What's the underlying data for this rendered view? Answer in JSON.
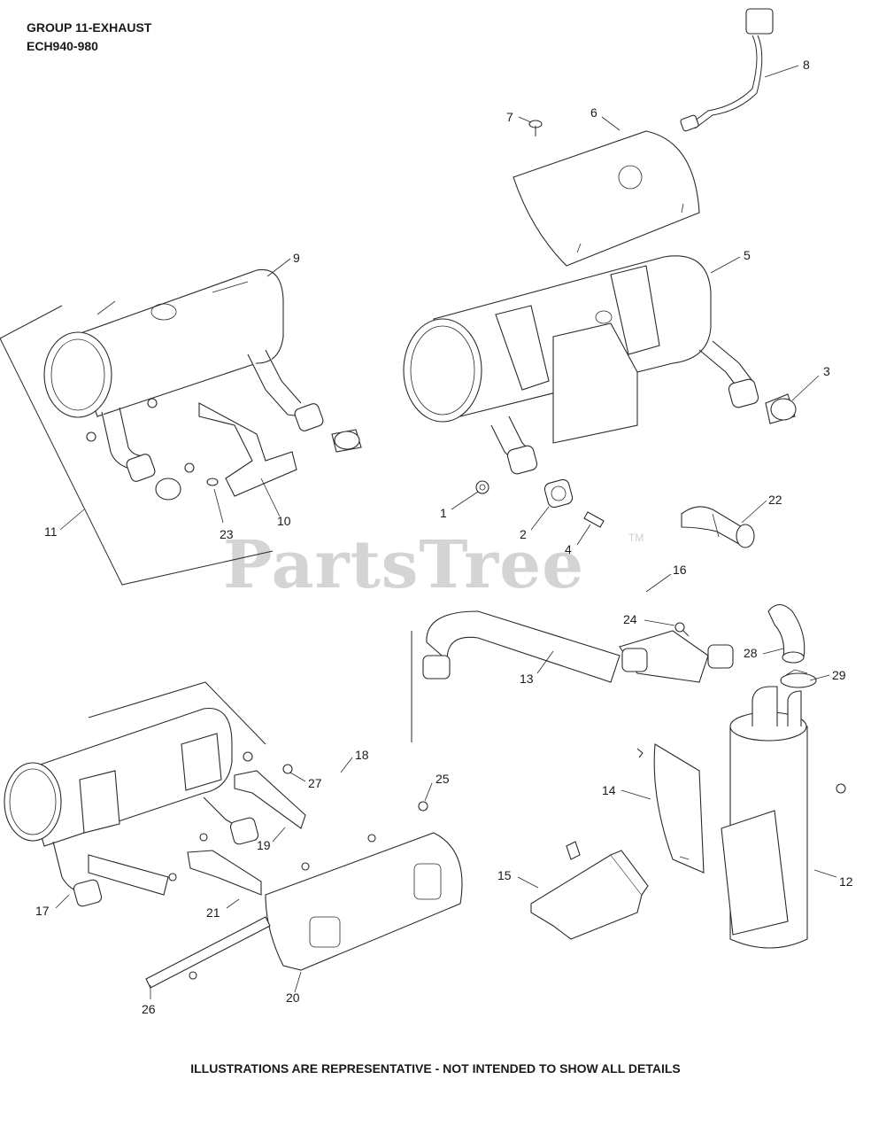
{
  "title": {
    "line1": "GROUP 11-EXHAUST",
    "line2": "ECH940-980"
  },
  "footer_note": "ILLUSTRATIONS ARE REPRESENTATIVE - NOT INTENDED TO SHOW ALL DETAILS",
  "watermark": {
    "text": "PartsTree",
    "mark": "TM"
  },
  "callouts": [
    "1",
    "2",
    "3",
    "4",
    "5",
    "6",
    "7",
    "8",
    "9",
    "10",
    "11",
    "12",
    "13",
    "14",
    "15",
    "16",
    "17",
    "18",
    "19",
    "20",
    "21",
    "22",
    "23",
    "24",
    "25",
    "26",
    "27",
    "28",
    "29"
  ]
}
